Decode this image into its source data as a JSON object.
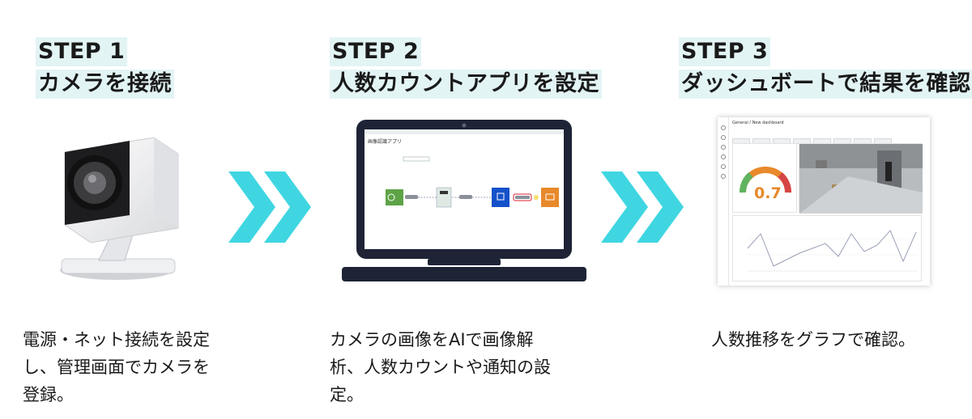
{
  "steps": [
    {
      "label": "STEP 1",
      "title": "カメラを接続",
      "description": [
        "電源・ネット接続を設定",
        "し、管理画面でカメラを",
        "登録。"
      ]
    },
    {
      "label": "STEP 2",
      "title": "人数カウントアプリを設定",
      "description": [
        "カメラの画像をAIで画像解",
        "析、人数カウントや通知の設",
        "定。"
      ]
    },
    {
      "label": "STEP 3",
      "title": "ダッシュボートで結果を確認",
      "description": [
        "人数推移をグラフで確認。"
      ]
    }
  ],
  "laptop_screen": {
    "app_title": "画像認識アプリ"
  },
  "dashboard": {
    "breadcrumb": "General / New dashboard",
    "gauge_value": "0.7"
  },
  "colors": {
    "arrow": "#3fd6e2",
    "highlight": "#e3f4f5",
    "laptop_body": "#1e2436",
    "gauge": "#e8892b"
  }
}
